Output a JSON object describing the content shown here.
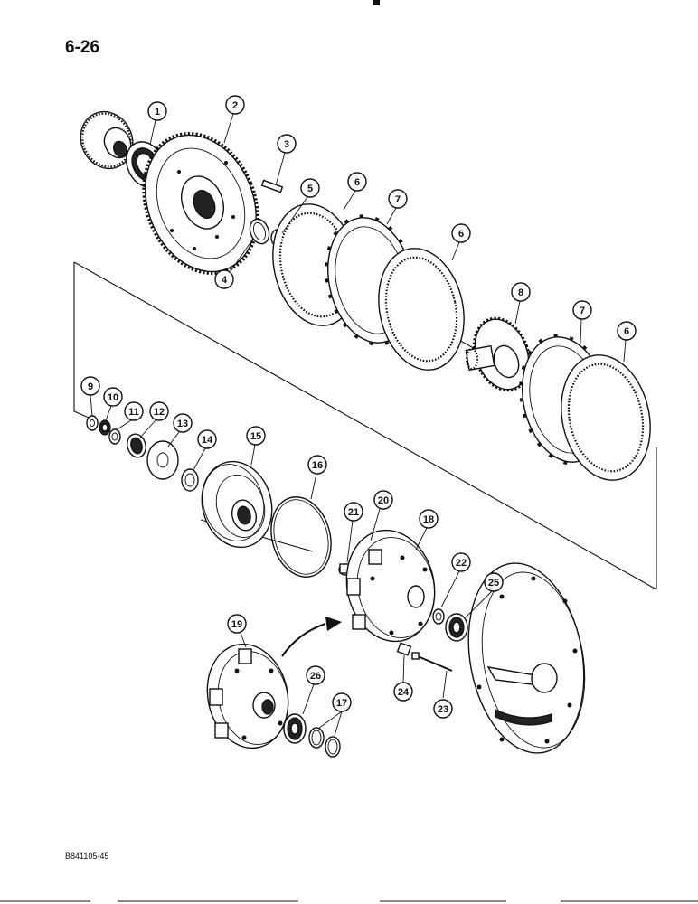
{
  "page": {
    "page_number": "6-26",
    "figure_code": "B841105-45"
  },
  "callouts": [
    {
      "id": "c1",
      "label": "1"
    },
    {
      "id": "c2",
      "label": "2"
    },
    {
      "id": "c3",
      "label": "3"
    },
    {
      "id": "c4",
      "label": "4"
    },
    {
      "id": "c5",
      "label": "5"
    },
    {
      "id": "c6a",
      "label": "6"
    },
    {
      "id": "c7a",
      "label": "7"
    },
    {
      "id": "c6b",
      "label": "6"
    },
    {
      "id": "c8",
      "label": "8"
    },
    {
      "id": "c7b",
      "label": "7"
    },
    {
      "id": "c6c",
      "label": "6"
    },
    {
      "id": "c9",
      "label": "9"
    },
    {
      "id": "c10",
      "label": "10"
    },
    {
      "id": "c11",
      "label": "11"
    },
    {
      "id": "c12",
      "label": "12"
    },
    {
      "id": "c13",
      "label": "13"
    },
    {
      "id": "c14",
      "label": "14"
    },
    {
      "id": "c15",
      "label": "15"
    },
    {
      "id": "c16",
      "label": "16"
    },
    {
      "id": "c20",
      "label": "20"
    },
    {
      "id": "c21",
      "label": "21"
    },
    {
      "id": "c18",
      "label": "18"
    },
    {
      "id": "c22",
      "label": "22"
    },
    {
      "id": "c25",
      "label": "25"
    },
    {
      "id": "c19",
      "label": "19"
    },
    {
      "id": "c26",
      "label": "26"
    },
    {
      "id": "c17",
      "label": "17"
    },
    {
      "id": "c24",
      "label": "24"
    },
    {
      "id": "c23",
      "label": "23"
    }
  ]
}
